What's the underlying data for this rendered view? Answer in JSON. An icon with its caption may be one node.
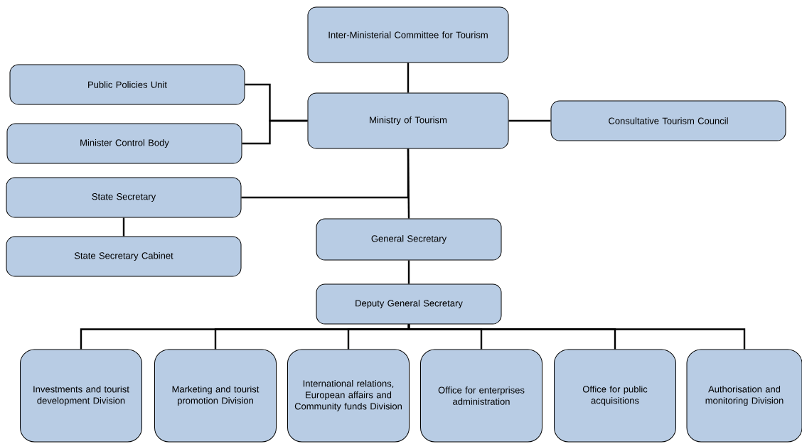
{
  "diagram": {
    "nodes": [
      {
        "text": [
          "Inter-Ministerial Committee for Tourism"
        ]
      },
      {
        "text": [
          "Public Policies Unit"
        ]
      },
      {
        "text": [
          "Ministry of Tourism"
        ]
      },
      {
        "text": [
          "Consultative Tourism Council"
        ]
      },
      {
        "text": [
          "Minister Control Body"
        ]
      },
      {
        "text": [
          "State Secretary"
        ]
      },
      {
        "text": [
          "General Secretary"
        ]
      },
      {
        "text": [
          "State Secretary Cabinet"
        ]
      },
      {
        "text": [
          "Deputy General Secretary"
        ]
      },
      {
        "text": [
          "Investments and tourist development Division"
        ]
      },
      {
        "text": [
          "Marketing and tourist promotion Division"
        ]
      },
      {
        "text": [
          "International relations, European affairs and Community funds Division"
        ]
      },
      {
        "text": [
          "Office for enterprises administration"
        ]
      },
      {
        "text": [
          "Office for public acquisitions"
        ]
      },
      {
        "text": [
          "Authorisation and monitoring Division"
        ]
      }
    ],
    "edges": [
      {
        "from": 0,
        "to": 2,
        "arrow": "none"
      },
      {
        "from": 2,
        "to": 1,
        "arrow": "none"
      },
      {
        "from": 2,
        "to": 4,
        "arrow": "none"
      },
      {
        "from": 2,
        "to": 3,
        "arrow": "none"
      },
      {
        "from": 2,
        "to": 6,
        "arrow": "none"
      },
      {
        "from": 2,
        "to": 5,
        "arrow": "none"
      },
      {
        "from": 5,
        "to": 7,
        "arrow": "none"
      },
      {
        "from": 6,
        "to": 8,
        "arrow": "none"
      },
      {
        "from": 8,
        "to": 9,
        "arrow": "none"
      },
      {
        "from": 8,
        "to": 10,
        "arrow": "none"
      },
      {
        "from": 8,
        "to": 11,
        "arrow": "none"
      },
      {
        "from": 8,
        "to": 12,
        "arrow": "none"
      },
      {
        "from": 8,
        "to": 13,
        "arrow": "none"
      },
      {
        "from": 8,
        "to": 14,
        "arrow": "none"
      }
    ]
  }
}
